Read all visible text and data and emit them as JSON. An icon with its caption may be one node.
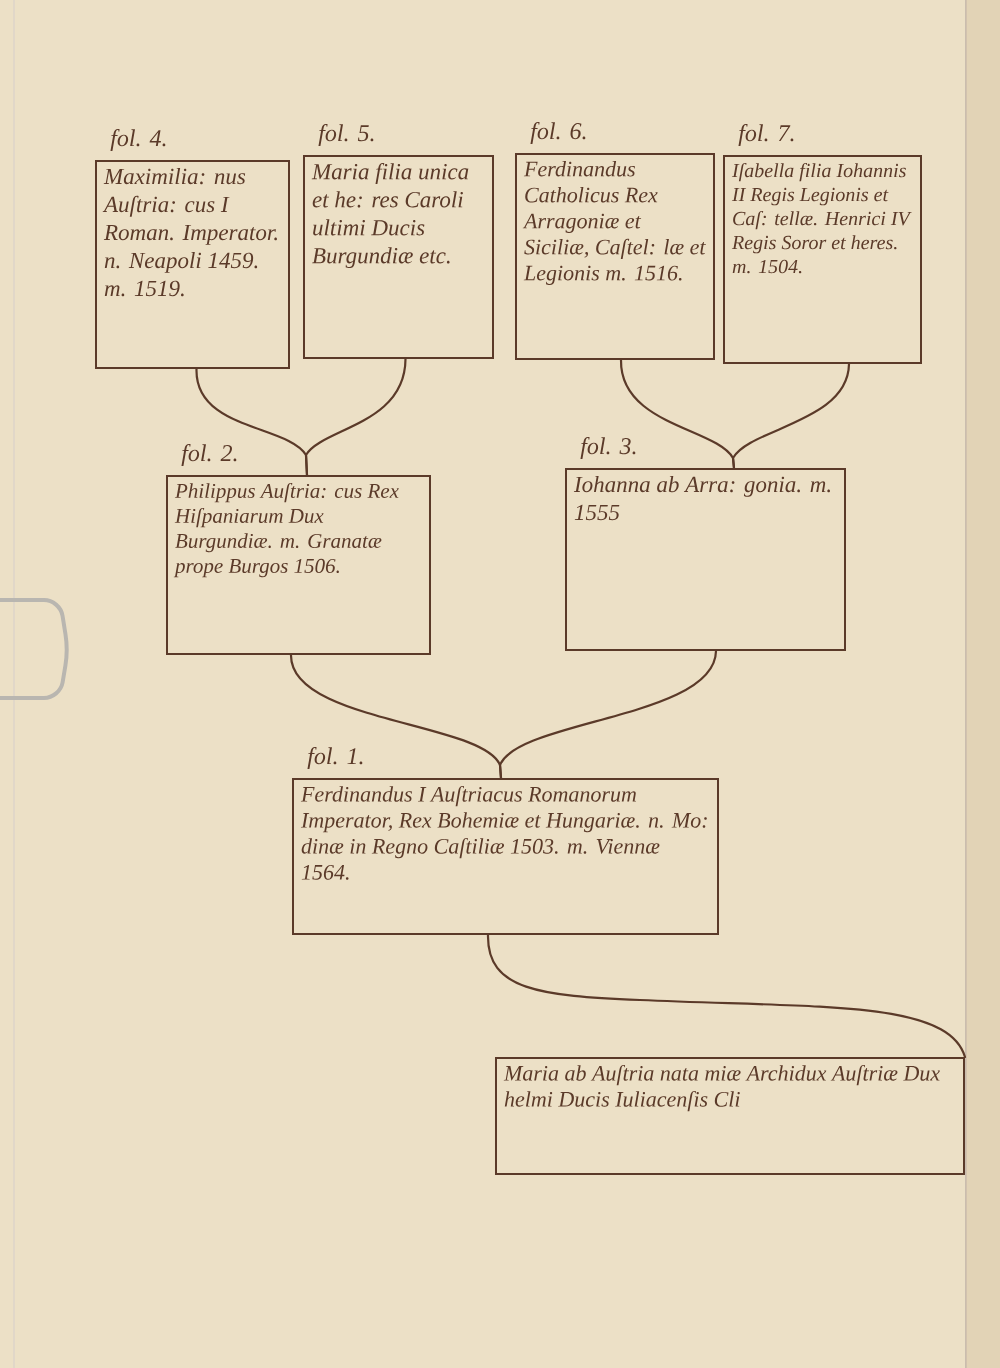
{
  "diagram": {
    "nodes": [
      {
        "text": [
          "Maximilia: nus Auſtria: cus I Roman. Imperator. n. Neapoli 1459. m. 1519."
        ],
        "beside": [
          "fol. 4."
        ]
      },
      {
        "text": [
          "Maria filia unica et he: res Caroli ultimi Ducis Burgundiæ etc."
        ],
        "beside": [
          "fol. 5."
        ]
      },
      {
        "text": [
          "Ferdinandus Catholicus Rex Arragoniæ et Siciliæ, Caſtel: læ et Legionis m. 1516."
        ],
        "beside": [
          "fol. 6."
        ]
      },
      {
        "text": [
          "Iſabella filia Iohannis II Regis Legionis et Caſ: tellæ. Henrici IV Regis Soror et heres. m. 1504."
        ],
        "beside": [
          "fol. 7."
        ]
      },
      {
        "text": [
          "Philippus Auſtria: cus Rex Hiſpaniarum Dux Burgundiæ. m. Granatæ prope Burgos 1506."
        ],
        "beside": [
          "fol. 2."
        ]
      },
      {
        "text": [
          "Iohanna ab Arra: gonia. m. 1555"
        ],
        "beside": [
          "fol. 3."
        ]
      },
      {
        "text": [
          "Ferdinandus I Auſtriacus Romanorum Imperator, Rex Bohemiæ et Hungariæ. n. Mo: dinæ in Regno Caſtiliæ 1503. m. Viennæ 1564."
        ],
        "beside": [
          "fol. 1."
        ]
      },
      {
        "text": [
          "Maria ab Auſtria nata miæ Archidux Auſtriæ Dux helmi Ducis Iuliacenſis Cli"
        ]
      }
    ],
    "edges": [
      {
        "from": 0,
        "to": 4,
        "arrow": "none"
      },
      {
        "from": 1,
        "to": 4,
        "arrow": "none"
      },
      {
        "from": 2,
        "to": 5,
        "arrow": "none"
      },
      {
        "from": 3,
        "to": 5,
        "arrow": "none"
      },
      {
        "from": 4,
        "to": 6,
        "arrow": "none"
      },
      {
        "from": 5,
        "to": 6,
        "arrow": "none"
      },
      {
        "from": 6,
        "to": 7,
        "arrow": "none"
      }
    ]
  }
}
